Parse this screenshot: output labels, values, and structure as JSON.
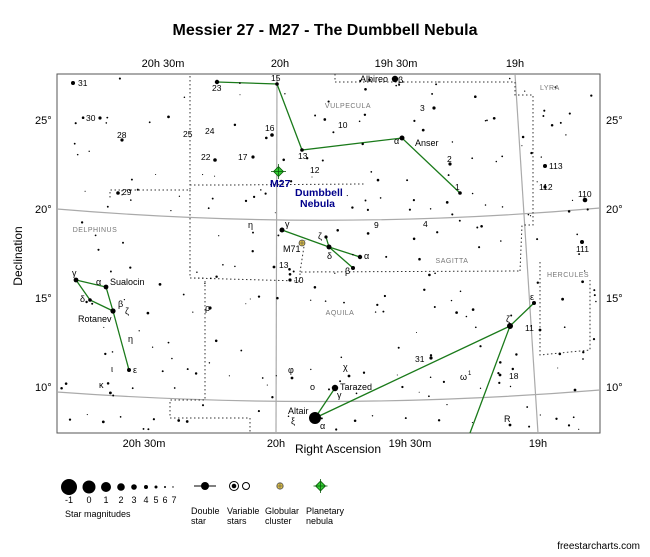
{
  "title": "Messier 27 - M27 - The Dumbbell Nebula",
  "axes": {
    "y_label": "Declination",
    "x_label": "Right Ascension",
    "ra_ticks_top": [
      "20h 30m",
      "20h",
      "19h 30m",
      "19h"
    ],
    "ra_ticks_bottom": [
      "20h 30m",
      "20h",
      "19h 30m",
      "19h"
    ],
    "dec_ticks_left": [
      "25°",
      "20°",
      "15°",
      "10°"
    ],
    "dec_ticks_right": [
      "25°",
      "20°",
      "15°",
      "10°"
    ]
  },
  "constellations": [
    "VULPECULA",
    "LYRA",
    "DELPHINUS",
    "SAGITTA",
    "HERCULES",
    "AQUILA"
  ],
  "object": {
    "id": "M27",
    "name_line1": "Dumbbell",
    "name_line2": "Nebula",
    "color": "#00008b",
    "marker_color": "#33cc33"
  },
  "star_labels": {
    "albireo": "Albireo",
    "beta_cyg": "β",
    "anser": "Anser",
    "alpha_vul": "α",
    "gamma_sge": "γ",
    "zeta_sge": "ζ",
    "delta_sge": "δ",
    "alpha_sge": "α",
    "beta_sge": "β",
    "eta_sge": "η",
    "m71": "M71",
    "sualocin": "Sualocin",
    "rotanev": "Rotanev",
    "alpha_del": "α",
    "gamma_del": "γ",
    "delta_del": "δ",
    "beta_del": "β",
    "zeta_del": "ζ",
    "eta_del": "η",
    "epsilon_del": "ε",
    "iota_del": "ι",
    "kappa_del": "κ",
    "rho_aql": "ρ",
    "tarazed": "Tarazed",
    "gamma_aql": "γ",
    "altair": "Altair",
    "alpha_aql": "α",
    "xi_aql": "ξ",
    "phi_aql": "φ",
    "omicron_aql": "ο",
    "chi_aql": "χ",
    "omega_aql": "ω",
    "omega_sup": "1",
    "zeta_aql": "ζ",
    "epsilon_aql": "ε",
    "r_aql": "R"
  },
  "flamsteed": [
    "31",
    "23",
    "15",
    "30",
    "28",
    "25",
    "24",
    "16",
    "22",
    "17",
    "10",
    "13",
    "12",
    "9",
    "4",
    "3",
    "2",
    "1",
    "29",
    "113",
    "112",
    "110",
    "111",
    "11",
    "31",
    "18",
    "13",
    "10"
  ],
  "legend": {
    "magnitudes": [
      "-1",
      "0",
      "1",
      "2",
      "3",
      "4",
      "5",
      "6",
      "7"
    ],
    "magnitudes_caption": "Star magnitudes",
    "double_star": "Double\nstar",
    "variable_stars": "Variable\nstars",
    "globular_cluster": "Globular\ncluster",
    "planetary_nebula": "Planetary\nnebula"
  },
  "credit": "freestarcharts.com"
}
